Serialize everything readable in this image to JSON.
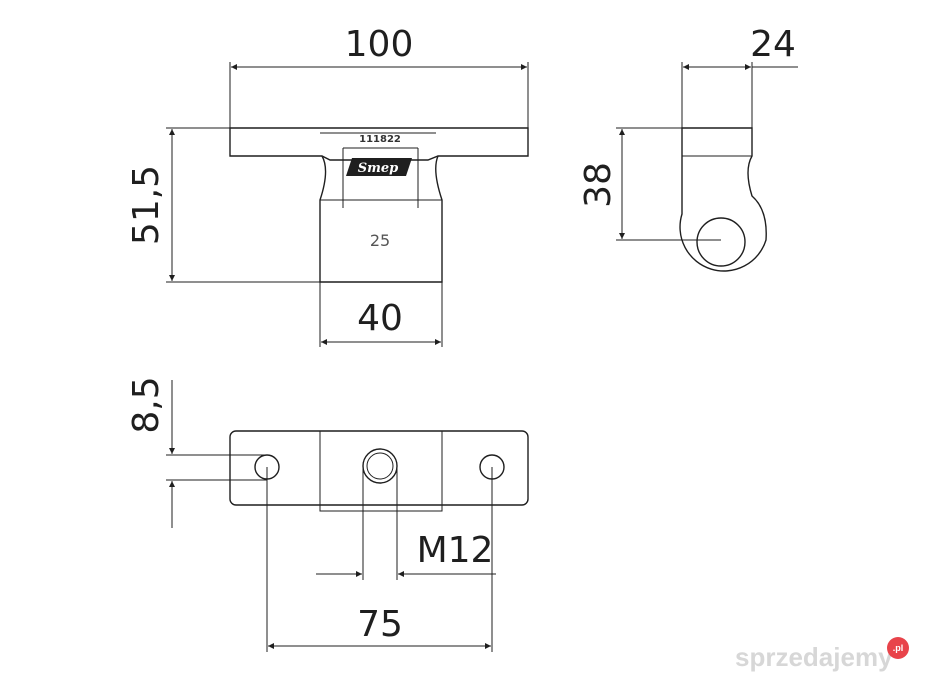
{
  "dimensions": {
    "width_total": "100",
    "side_width": "24",
    "height_total": "51,5",
    "side_height": "38",
    "stem_width": "40",
    "hole_offset": "8,5",
    "thread": "M12",
    "hole_spacing": "75"
  },
  "part": {
    "part_number": "111822",
    "brand": "Smep",
    "stem_label": "25"
  },
  "watermark": {
    "text": "sprzedajemy",
    "badge": ".pl",
    "badge_color": "#e8434a"
  },
  "colors": {
    "line": "#1f1f1f",
    "background": "#ffffff"
  }
}
